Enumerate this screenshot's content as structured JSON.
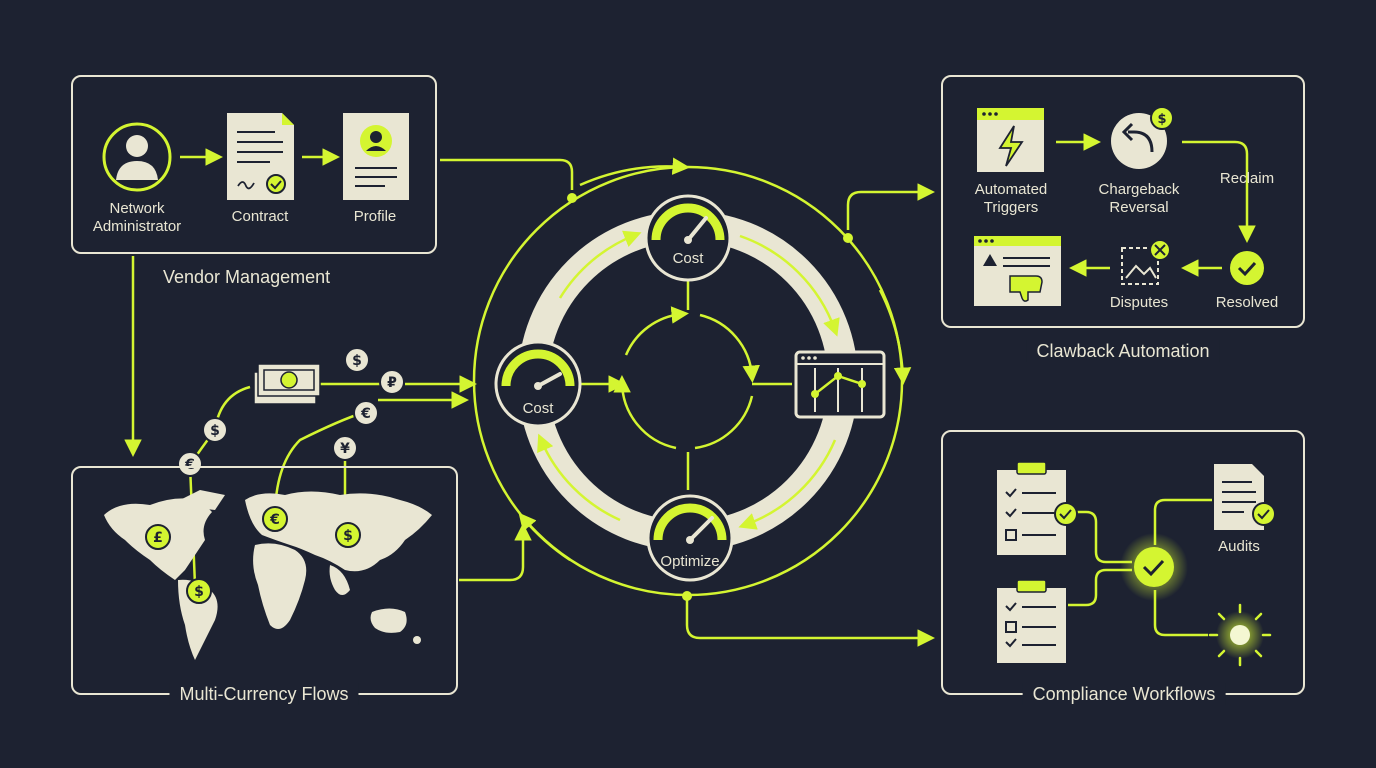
{
  "vendor": {
    "title": "Vendor Management",
    "network_admin": "Network\nAdministrator",
    "contract": "Contract",
    "profile": "Profile"
  },
  "clawback": {
    "title": "Clawback Automation",
    "automated_triggers": "Automated\nTriggers",
    "chargeback_reversal": "Chargeback\nReversal",
    "reclaim": "Reclaim",
    "resolved": "Resolved",
    "disputes": "Disputes"
  },
  "currency": {
    "title": "Multi-Currency Flows",
    "symbols": [
      "$",
      "₽",
      "$",
      "€",
      "€",
      "¥",
      "£",
      "$",
      "€",
      "$"
    ]
  },
  "compliance": {
    "title": "Compliance Workflows",
    "audits": "Audits"
  },
  "cycle": {
    "gauge_top": "Cost",
    "gauge_left": "Cost",
    "gauge_bottom": "Optimize"
  },
  "colors": {
    "background": "#1d2231",
    "accent": "#d4f531",
    "cream": "#e9e6d3"
  }
}
